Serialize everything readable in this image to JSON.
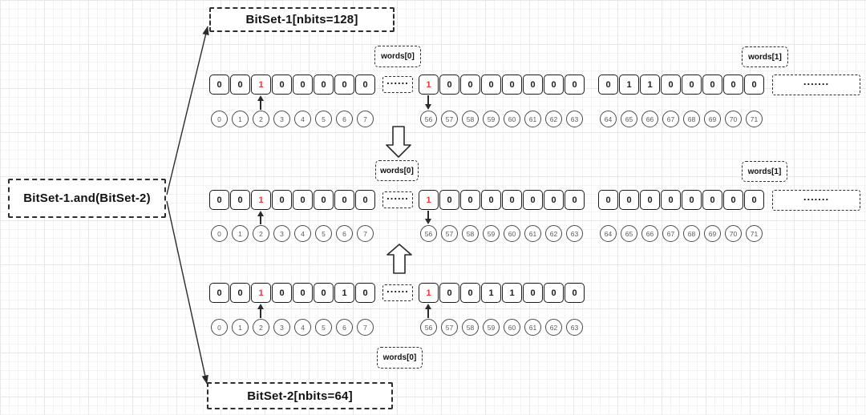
{
  "operation": {
    "label": "BitSet-1.and(BitSet-2)"
  },
  "bitset1": {
    "label": "BitSet-1[nbits=128]"
  },
  "bitset2": {
    "label": "BitSet-2[nbits=64]"
  },
  "labels": {
    "words0": "words[0]",
    "words1": "words[1]",
    "dots_small": "......",
    "dots_wide": "......."
  },
  "colors": {
    "highlight_red": "#fa3030",
    "stroke_dark": "#2b2b2b"
  },
  "rows": [
    {
      "name": "bitset1",
      "segments": [
        {
          "bits": [
            "0",
            "0",
            "1",
            "0",
            "0",
            "0",
            "0",
            "0"
          ],
          "indices": [
            "0",
            "1",
            "2",
            "3",
            "4",
            "5",
            "6",
            "7"
          ],
          "red_bit": 2,
          "pointer_bit": 2,
          "pointer_dir": "up"
        },
        {
          "bits": [
            "1",
            "0",
            "0",
            "0",
            "0",
            "0",
            "0",
            "0"
          ],
          "indices": [
            "56",
            "57",
            "58",
            "59",
            "60",
            "61",
            "62",
            "63"
          ],
          "red_bit": 0,
          "pointer_bit": 0,
          "pointer_dir": "down"
        },
        {
          "bits": [
            "0",
            "1",
            "1",
            "0",
            "0",
            "0",
            "0",
            "0"
          ],
          "indices": [
            "64",
            "65",
            "66",
            "67",
            "68",
            "69",
            "70",
            "71"
          ],
          "red_bit": null,
          "pointer_bit": null,
          "pointer_dir": null
        }
      ]
    },
    {
      "name": "result",
      "segments": [
        {
          "bits": [
            "0",
            "0",
            "1",
            "0",
            "0",
            "0",
            "0",
            "0"
          ],
          "indices": [
            "0",
            "1",
            "2",
            "3",
            "4",
            "5",
            "6",
            "7"
          ],
          "red_bit": 2,
          "pointer_bit": 2,
          "pointer_dir": "up"
        },
        {
          "bits": [
            "1",
            "0",
            "0",
            "0",
            "0",
            "0",
            "0",
            "0"
          ],
          "indices": [
            "56",
            "57",
            "58",
            "59",
            "60",
            "61",
            "62",
            "63"
          ],
          "red_bit": 0,
          "pointer_bit": 0,
          "pointer_dir": "down"
        },
        {
          "bits": [
            "0",
            "0",
            "0",
            "0",
            "0",
            "0",
            "0",
            "0"
          ],
          "indices": [
            "64",
            "65",
            "66",
            "67",
            "68",
            "69",
            "70",
            "71"
          ],
          "red_bit": null,
          "pointer_bit": null,
          "pointer_dir": null
        }
      ]
    },
    {
      "name": "bitset2",
      "segments": [
        {
          "bits": [
            "0",
            "0",
            "1",
            "0",
            "0",
            "0",
            "1",
            "0"
          ],
          "indices": [
            "0",
            "1",
            "2",
            "3",
            "4",
            "5",
            "6",
            "7"
          ],
          "red_bit": 2,
          "pointer_bit": 2,
          "pointer_dir": "up"
        },
        {
          "bits": [
            "1",
            "0",
            "0",
            "1",
            "1",
            "0",
            "0",
            "0"
          ],
          "indices": [
            "56",
            "57",
            "58",
            "59",
            "60",
            "61",
            "62",
            "63"
          ],
          "red_bit": 0,
          "pointer_bit": 0,
          "pointer_dir": "up"
        }
      ]
    }
  ]
}
